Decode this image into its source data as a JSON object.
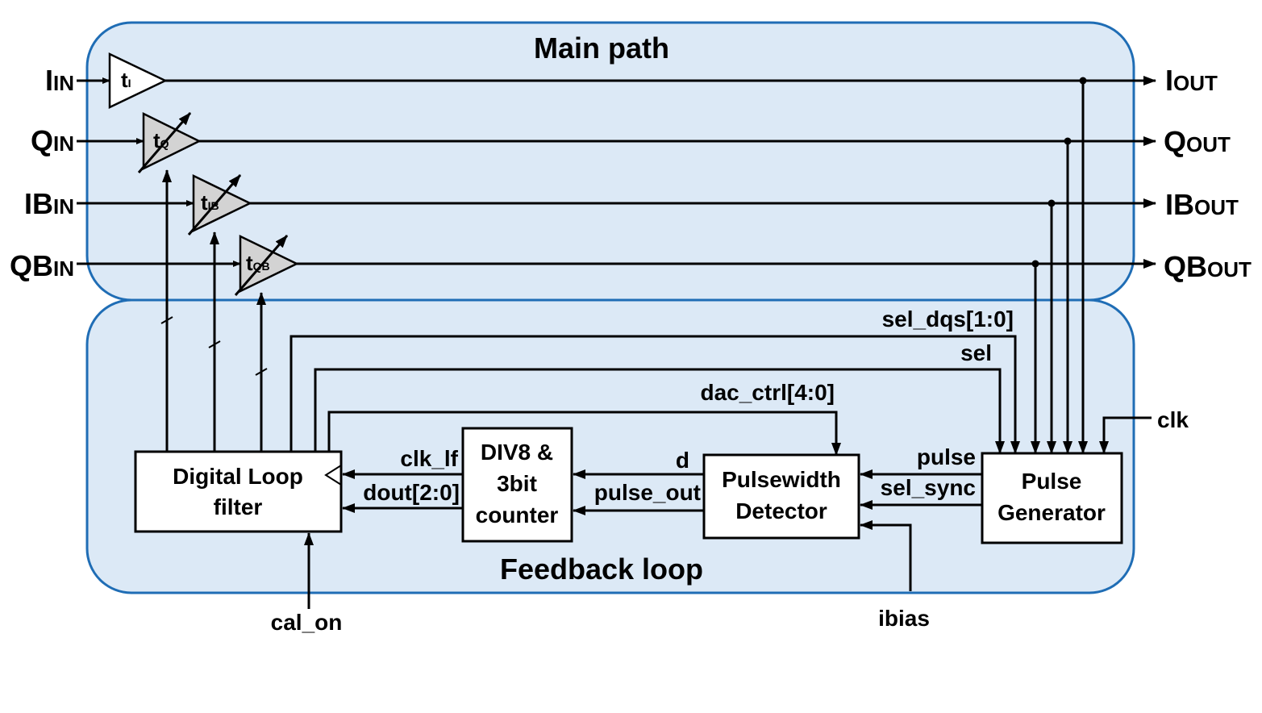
{
  "regions": {
    "main_path_title": "Main path",
    "feedback_loop_title": "Feedback loop"
  },
  "colors": {
    "region_fill": "#dce9f6",
    "region_border": "#1f6db5",
    "fixed_buffer_fill": "#ffffff",
    "tunable_buffer_fill": "#d3d3d3"
  },
  "inputs": [
    {
      "main": "I",
      "sub": "IN"
    },
    {
      "main": "Q",
      "sub": "IN"
    },
    {
      "main": "IB",
      "sub": "IN"
    },
    {
      "main": "QB",
      "sub": "IN"
    }
  ],
  "outputs": [
    {
      "main": "I",
      "sub": "OUT"
    },
    {
      "main": "Q",
      "sub": "OUT"
    },
    {
      "main": "IB",
      "sub": "OUT"
    },
    {
      "main": "QB",
      "sub": "OUT"
    }
  ],
  "buffers": [
    {
      "main": "t",
      "sub": "I"
    },
    {
      "main": "t",
      "sub": "Q"
    },
    {
      "main": "t",
      "sub": "IB"
    },
    {
      "main": "t",
      "sub": "QB"
    }
  ],
  "blocks": {
    "loop_filter": {
      "line1": "Digital Loop",
      "line2": "filter"
    },
    "counter": {
      "line1": "DIV8 &",
      "line2": "3bit",
      "line3": "counter"
    },
    "detector": {
      "line1": "Pulsewidth",
      "line2": "Detector"
    },
    "generator": {
      "line1": "Pulse",
      "line2": "Generator"
    }
  },
  "signals": {
    "sel_dqs": "sel_dqs[1:0]",
    "sel": "sel",
    "dac_ctrl": "dac_ctrl[4:0]",
    "clk": "clk",
    "pulse": "pulse",
    "sel_sync": "sel_sync",
    "d": "d",
    "pulse_out": "pulse_out",
    "clk_lf": "clk_lf",
    "dout": "dout[2:0]",
    "cal_on": "cal_on",
    "ibias": "ibias"
  }
}
